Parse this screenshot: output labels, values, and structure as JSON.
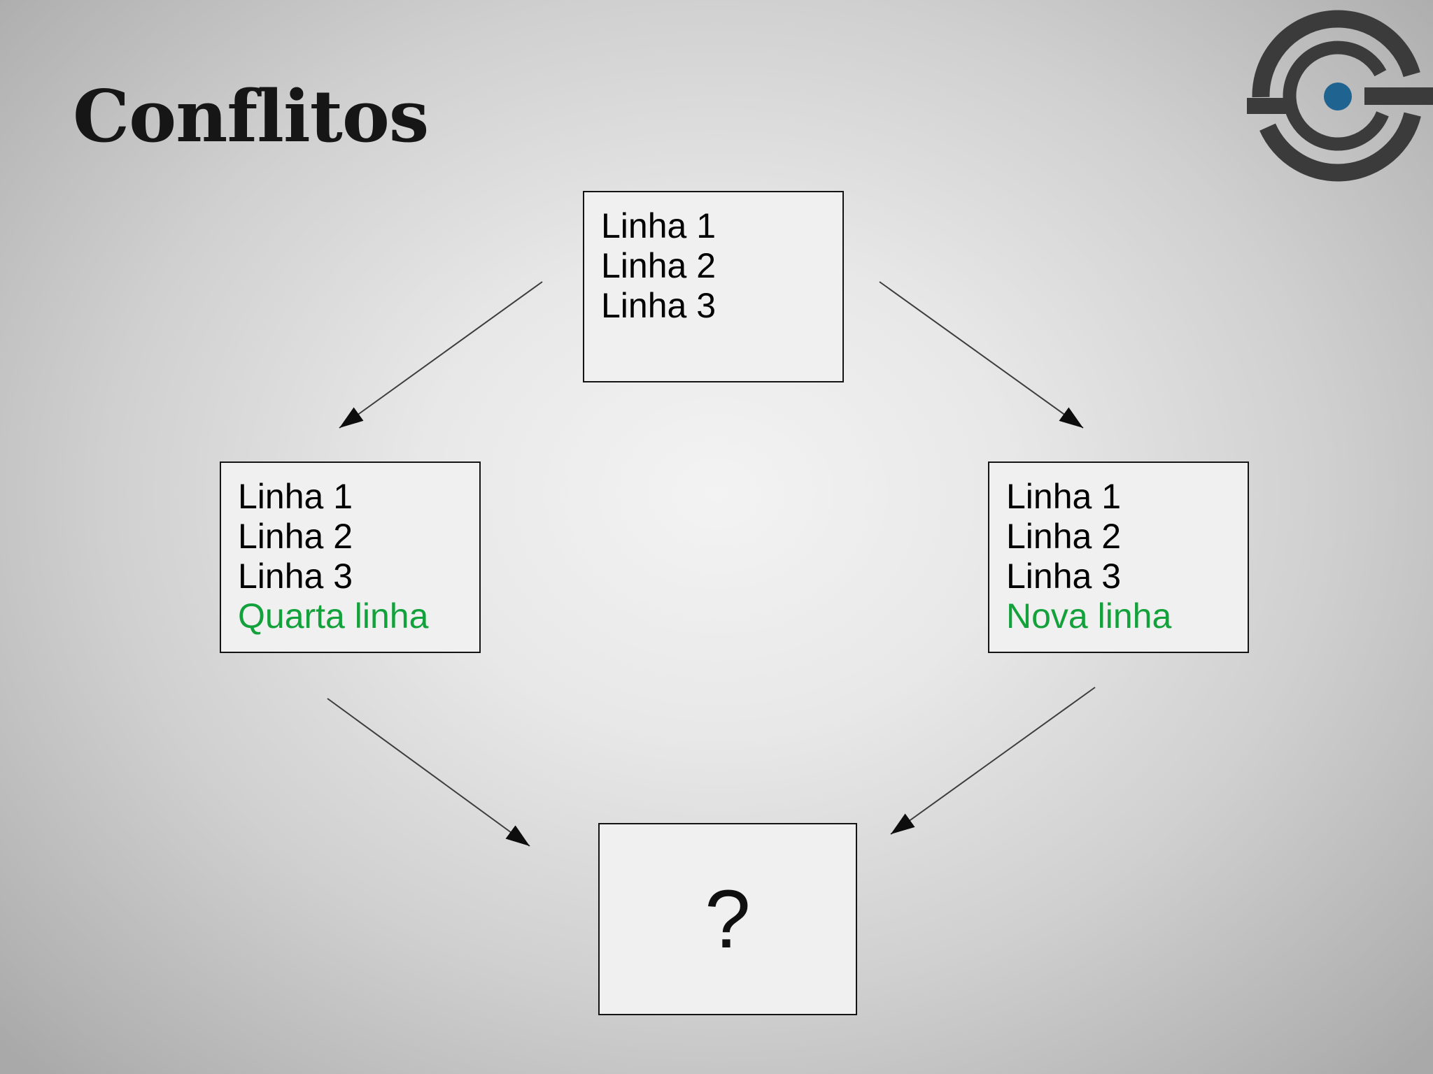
{
  "slide": {
    "title": "Conflitos"
  },
  "logo": {
    "icon": "target-spiral-logo"
  },
  "colors": {
    "title_color": "#161616",
    "added_line_green": "#12a13b",
    "box_fill": "#f0f0f0",
    "box_border": "#141414",
    "arrow_line": "#3d3d3d",
    "arrow_head": "#0d0d0d",
    "logo_ring": "#3b3b3b",
    "logo_dot": "#1f6390"
  },
  "diagram": {
    "base_box": {
      "lines": [
        "Linha 1",
        "Linha 2",
        "Linha 3"
      ]
    },
    "left_box": {
      "lines": [
        "Linha 1",
        "Linha 2",
        "Linha 3"
      ],
      "added_line": "Quarta linha"
    },
    "right_box": {
      "lines": [
        "Linha 1",
        "Linha 2",
        "Linha 3"
      ],
      "added_line": "Nova linha"
    },
    "merge_box": {
      "label": "?"
    }
  }
}
